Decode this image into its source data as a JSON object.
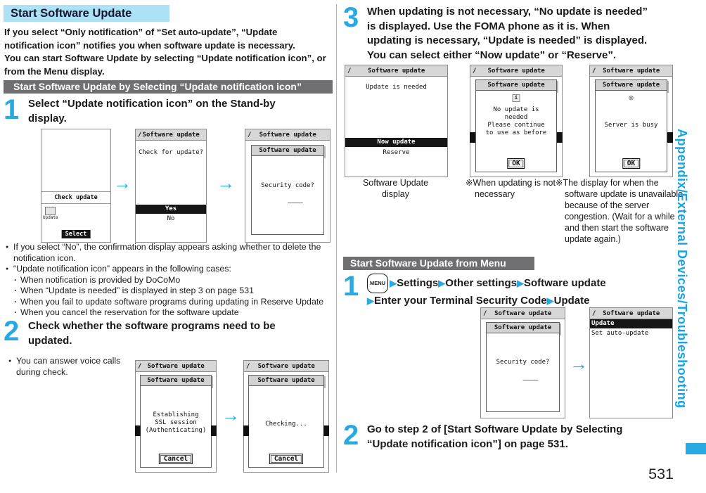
{
  "glyphs": {
    "pencil": "/",
    "arrow": "→",
    "play": "▶",
    "bullet": "●",
    "dot": "·"
  },
  "page": {
    "number": "531",
    "sidebar_label": "Appendix/External Devices/Troubleshooting"
  },
  "header": {
    "title": "Start Software Update"
  },
  "intro": "If you select “Only notification” of “Set auto-update”, “Update\nnotification icon” notifies you when software update is necessary.\nYou can start Software Update by selecting “Update notification icon”, or\nfrom the Menu display.",
  "by_icon": {
    "heading": "Start Software Update by Selecting “Update notification icon”",
    "step1": {
      "num": "1",
      "title": "Select “Update notification icon” on the Stand-by\ndisplay.",
      "note1": "If you select “No”, the confirmation display appears asking whether to delete the notification icon.",
      "note2": "“Update notification icon” appears in the following cases:",
      "cases": [
        "When notification is provided by DoCoMo",
        "When “Update is needed” is displayed in step 3 on page 531",
        "When you fail to update software programs during updating in Reserve Update",
        "When you cancel the reservation for the software update"
      ]
    },
    "step2": {
      "num": "2",
      "title": "Check whether the software programs need to be\nupdated.",
      "note": "You can answer voice calls\nduring check."
    },
    "step3": {
      "num": "3",
      "title": "When updating is not necessary, “No update is needed”\nis displayed. Use the FOMA phone as it is. When\nupdating is necessary, “Update is needed” is displayed.\nYou can select either “Now update” or “Reserve”."
    }
  },
  "captions": {
    "display": "Software Update\ndisplay",
    "not_necessary": "※When updating is not necessary",
    "busy": "※The display for when the software update is unavailable because of the server congestion. (Wait for a while and then start the software update again.)"
  },
  "from_menu": {
    "heading": "Start Software Update from Menu",
    "step1": {
      "num": "1",
      "menu_key": "MENU",
      "path": [
        "Settings",
        "Other settings",
        "Software update",
        "Enter your Terminal Security Code",
        "Update"
      ]
    },
    "step2": {
      "num": "2",
      "text": "Go to step 2 of [Start Software Update by Selecting\n“Update notification icon”] on page 531."
    }
  },
  "screens": {
    "standby": {
      "bar": "Check update",
      "icon_label": "Update",
      "softkey": "Select"
    },
    "check_for_update": {
      "title": "Software update",
      "body": "Check for update?",
      "yes": "Yes",
      "no": "No"
    },
    "security_code": {
      "title": "Software update",
      "banner": "Software update",
      "prompt": "Security code?",
      "blank": "————"
    },
    "ssl": {
      "title": "Software update",
      "banner": "Software update",
      "body": "Establishing\nSSL session\n(Authenticating)",
      "cancel": "Cancel"
    },
    "checking": {
      "title": "Software update",
      "banner": "Software update",
      "body": "Checking...",
      "cancel": "Cancel"
    },
    "update_needed": {
      "title": "Software update",
      "body": "Update is needed",
      "now_update": "Now update",
      "reserve": "Reserve"
    },
    "no_update": {
      "title": "Software update",
      "banner": "Software update",
      "info_icon": "i",
      "body": "No update is\nneeded\nPlease continue\nto use as before",
      "ok": "OK"
    },
    "server_busy": {
      "title": "Software update",
      "banner": "Software update",
      "error_icon": "⊗",
      "body": "Server is busy",
      "ok": "OK"
    },
    "update_menu": {
      "title": "Software update",
      "item_update": "Update",
      "item_auto": "Set auto-update"
    }
  }
}
